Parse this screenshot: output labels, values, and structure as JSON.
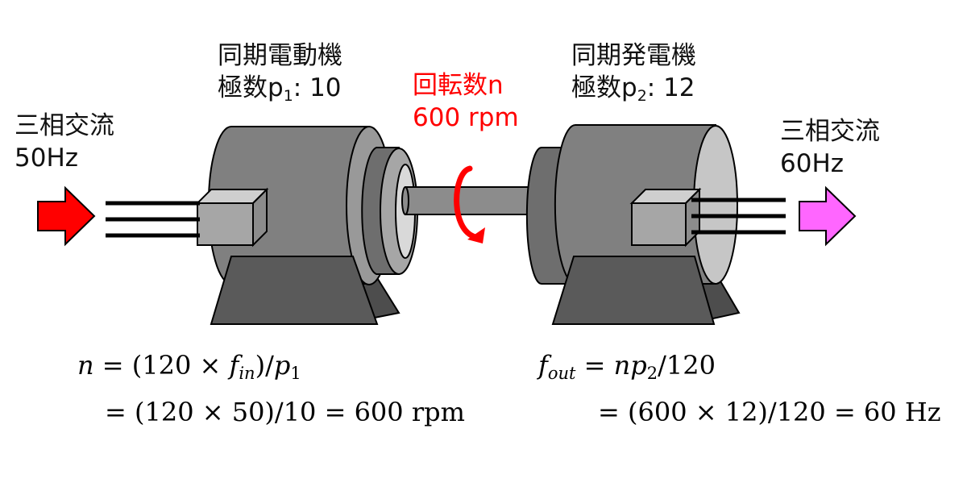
{
  "input": {
    "label": "三相交流",
    "freq": "50Hz",
    "arrow_color": "#ff0000"
  },
  "output": {
    "label": "三相交流",
    "freq": "60Hz",
    "arrow_color": "#ff66ff"
  },
  "motor": {
    "name": "同期電動機",
    "poles_prefix": "極数p",
    "poles_sub": "1",
    "poles_value": ": 10"
  },
  "generator": {
    "name": "同期発電機",
    "poles_prefix": "極数p",
    "poles_sub": "2",
    "poles_value": ": 12"
  },
  "rotation": {
    "label": "回転数n",
    "speed": "600 rpm",
    "color": "#ff0000"
  },
  "formula_left": {
    "line1_lhs": "n",
    "line1_eq": " = (120 × ",
    "line1_f": "f",
    "line1_fsub": "in",
    "line1_mid": ")/",
    "line1_p": "p",
    "line1_psub": "1",
    "line2": "= (120 × 50)/10 = 600 ",
    "line2_unit": "rpm"
  },
  "formula_right": {
    "line1_f": "f",
    "line1_fsub": "out",
    "line1_eq": " = ",
    "line1_np": "np",
    "line1_psub": "2",
    "line1_tail": "/120",
    "line2": "= (600 × 12)/120 = 60 ",
    "line2_unit": "Hz"
  }
}
